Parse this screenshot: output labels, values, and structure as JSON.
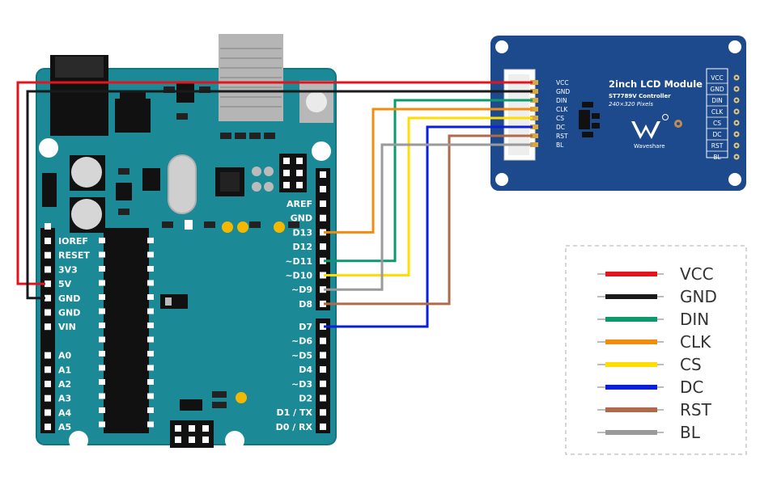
{
  "colors": {
    "board": "#1b8a96",
    "board_edge": "#147580",
    "lcd_board": "#1d4a8c",
    "VCC": "#e5141c",
    "GND": "#1a1a1a",
    "DIN": "#0a9a6e",
    "CLK": "#f28c0f",
    "CS": "#ffdd00",
    "DC": "#0a1fd8",
    "RST": "#b06a4a",
    "BL": "#9a9a9a"
  },
  "arduino": {
    "left_pins": [
      "IOREF",
      "RESET",
      "3V3",
      "5V",
      "GND",
      "GND",
      "VIN",
      "A0",
      "A1",
      "A2",
      "A3",
      "A4",
      "A5"
    ],
    "right_pins_top": [
      "AREF",
      "GND",
      "D13",
      "D12",
      "~D11",
      "~D10",
      "~D9",
      "D8"
    ],
    "right_pins_bottom": [
      "D7",
      "~D6",
      "~D5",
      "D4",
      "~D3",
      "D2",
      "D1 / TX",
      "D0 / RX"
    ]
  },
  "lcd": {
    "title": "2inch LCD Module",
    "controller": "ST7789V Controller",
    "resolution": "240×320 Pixels",
    "brand": "Waveshare",
    "connector_pins": [
      "VCC",
      "GND",
      "DIN",
      "CLK",
      "CS",
      "DC",
      "RST",
      "BL"
    ],
    "header_pins": [
      "VCC",
      "GND",
      "DIN",
      "CLK",
      "CS",
      "DC",
      "RST",
      "BL"
    ]
  },
  "legend": [
    {
      "label": "VCC",
      "color_key": "VCC"
    },
    {
      "label": "GND",
      "color_key": "GND"
    },
    {
      "label": "DIN",
      "color_key": "DIN"
    },
    {
      "label": "CLK",
      "color_key": "CLK"
    },
    {
      "label": "CS",
      "color_key": "CS"
    },
    {
      "label": "DC",
      "color_key": "DC"
    },
    {
      "label": "RST",
      "color_key": "RST"
    },
    {
      "label": "BL",
      "color_key": "BL"
    }
  ],
  "connections": [
    {
      "from": "5V",
      "to": "VCC"
    },
    {
      "from": "GND",
      "to": "GND"
    },
    {
      "from": "~D11",
      "to": "DIN"
    },
    {
      "from": "D13",
      "to": "CLK"
    },
    {
      "from": "~D10",
      "to": "CS"
    },
    {
      "from": "D7",
      "to": "DC"
    },
    {
      "from": "D8",
      "to": "RST"
    },
    {
      "from": "~D9",
      "to": "BL"
    }
  ]
}
